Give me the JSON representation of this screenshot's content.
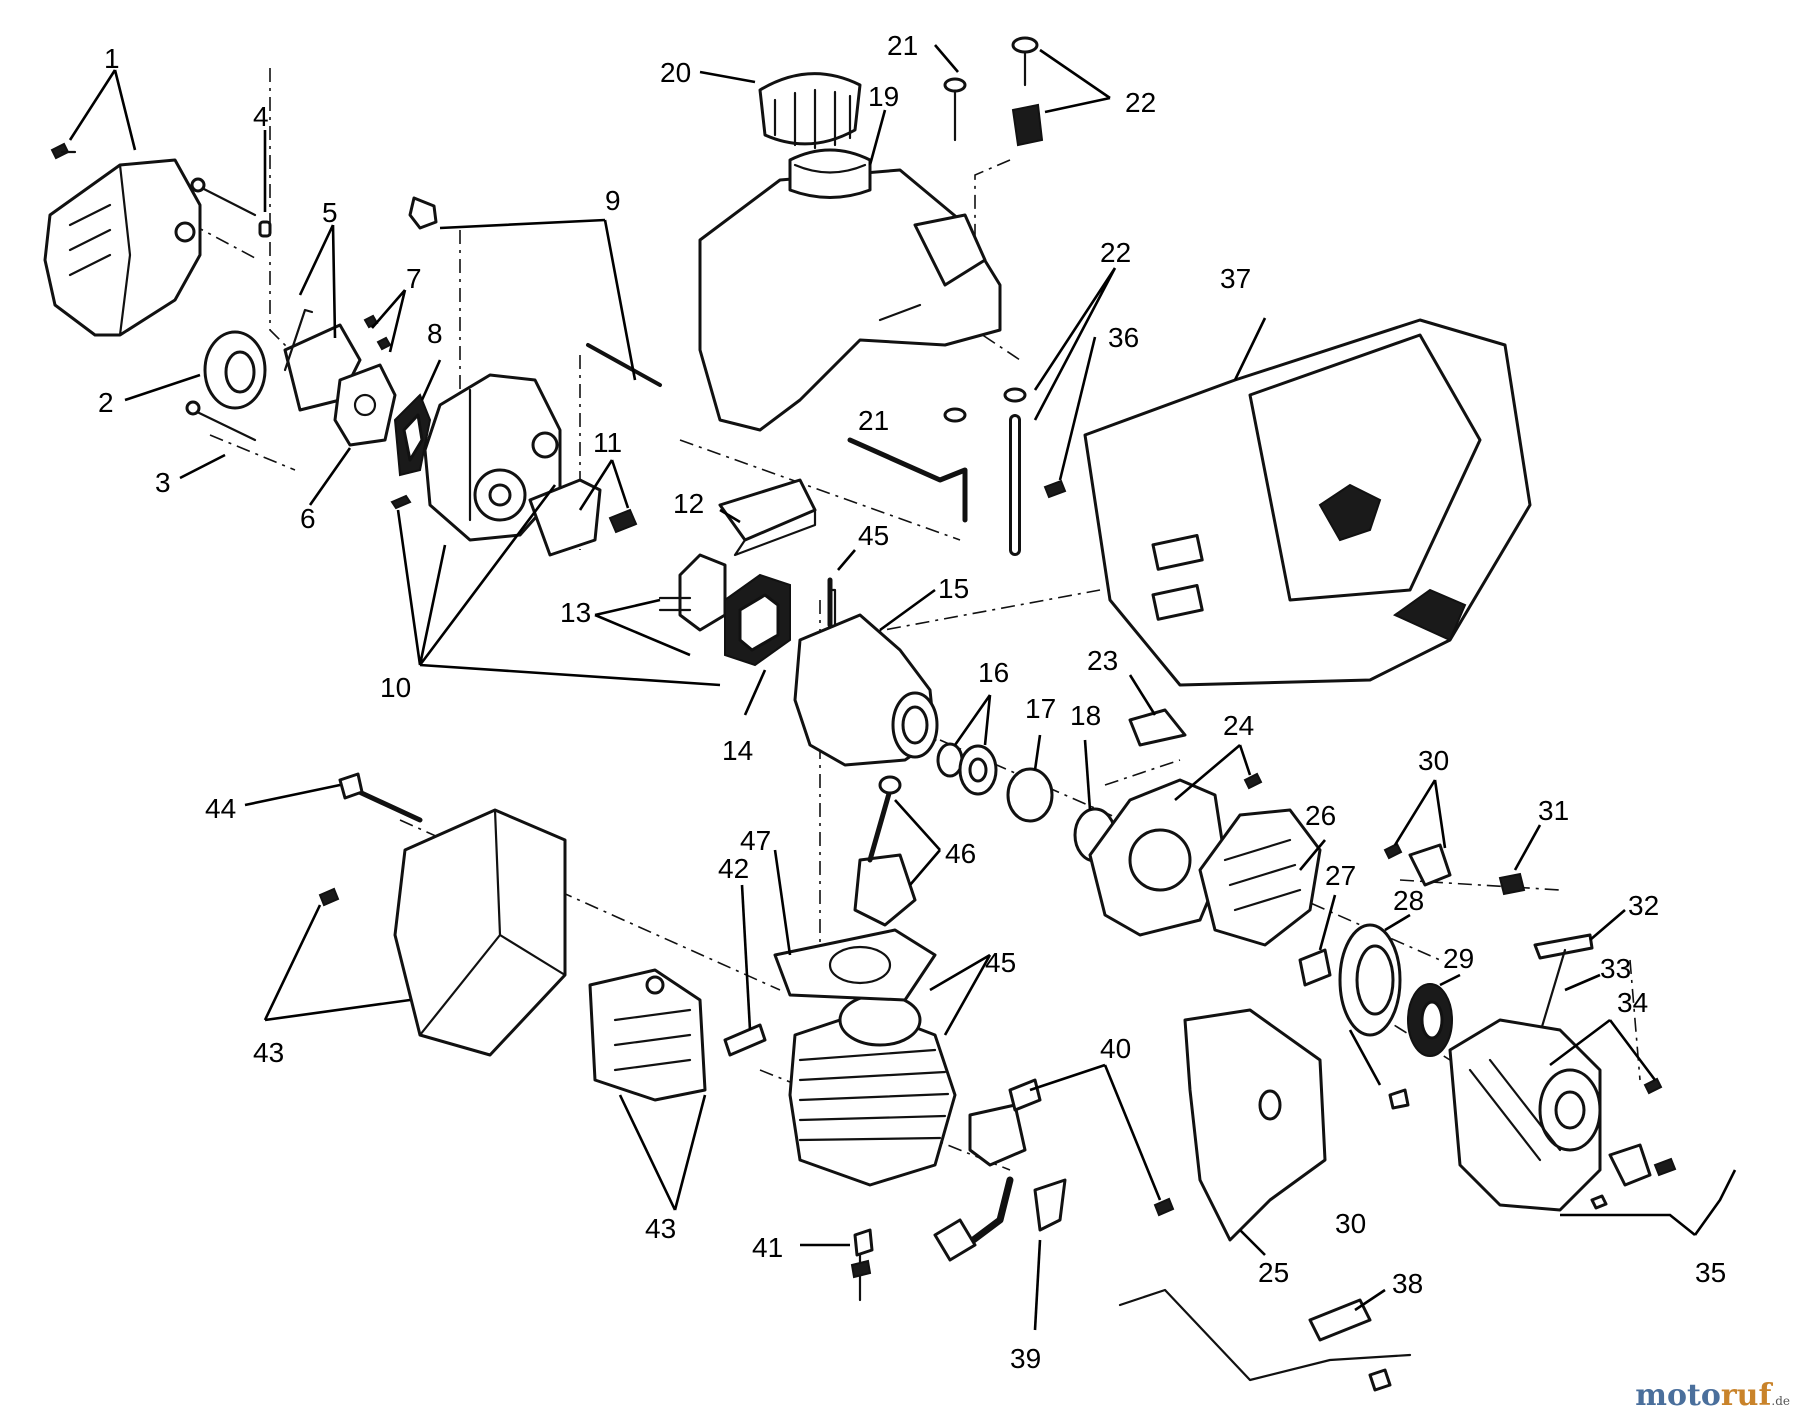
{
  "colors": {
    "ink": "#111111",
    "paper": "#ffffff",
    "brand_blue": "#4a6f9c",
    "brand_orange": "#c9832a"
  },
  "watermark": {
    "part1": "moto",
    "part2": "ruf",
    "tld": ".de"
  },
  "callouts": [
    {
      "id": "c1",
      "label": "1"
    },
    {
      "id": "c2",
      "label": "2"
    },
    {
      "id": "c3",
      "label": "3"
    },
    {
      "id": "c4",
      "label": "4"
    },
    {
      "id": "c5",
      "label": "5"
    },
    {
      "id": "c6",
      "label": "6"
    },
    {
      "id": "c7",
      "label": "7"
    },
    {
      "id": "c8",
      "label": "8"
    },
    {
      "id": "c9",
      "label": "9"
    },
    {
      "id": "c10",
      "label": "10"
    },
    {
      "id": "c11",
      "label": "11"
    },
    {
      "id": "c12",
      "label": "12"
    },
    {
      "id": "c13",
      "label": "13"
    },
    {
      "id": "c14",
      "label": "14"
    },
    {
      "id": "c15",
      "label": "15"
    },
    {
      "id": "c16",
      "label": "16"
    },
    {
      "id": "c17",
      "label": "17"
    },
    {
      "id": "c18",
      "label": "18"
    },
    {
      "id": "c19",
      "label": "19"
    },
    {
      "id": "c20",
      "label": "20"
    },
    {
      "id": "c21a",
      "label": "21"
    },
    {
      "id": "c21b",
      "label": "21"
    },
    {
      "id": "c22a",
      "label": "22"
    },
    {
      "id": "c22b",
      "label": "22"
    },
    {
      "id": "c23",
      "label": "23"
    },
    {
      "id": "c24",
      "label": "24"
    },
    {
      "id": "c25",
      "label": "25"
    },
    {
      "id": "c26",
      "label": "26"
    },
    {
      "id": "c27",
      "label": "27"
    },
    {
      "id": "c28",
      "label": "28"
    },
    {
      "id": "c29",
      "label": "29"
    },
    {
      "id": "c30a",
      "label": "30"
    },
    {
      "id": "c30b",
      "label": "30"
    },
    {
      "id": "c31",
      "label": "31"
    },
    {
      "id": "c32",
      "label": "32"
    },
    {
      "id": "c33",
      "label": "33"
    },
    {
      "id": "c34",
      "label": "34"
    },
    {
      "id": "c35",
      "label": "35"
    },
    {
      "id": "c36",
      "label": "36"
    },
    {
      "id": "c37",
      "label": "37"
    },
    {
      "id": "c38",
      "label": "38"
    },
    {
      "id": "c39",
      "label": "39"
    },
    {
      "id": "c40",
      "label": "40"
    },
    {
      "id": "c41",
      "label": "41"
    },
    {
      "id": "c42",
      "label": "42"
    },
    {
      "id": "c43a",
      "label": "43"
    },
    {
      "id": "c43b",
      "label": "43"
    },
    {
      "id": "c44",
      "label": "44"
    },
    {
      "id": "c45a",
      "label": "45"
    },
    {
      "id": "c45b",
      "label": "45"
    },
    {
      "id": "c46",
      "label": "46"
    },
    {
      "id": "c47",
      "label": "47"
    }
  ]
}
